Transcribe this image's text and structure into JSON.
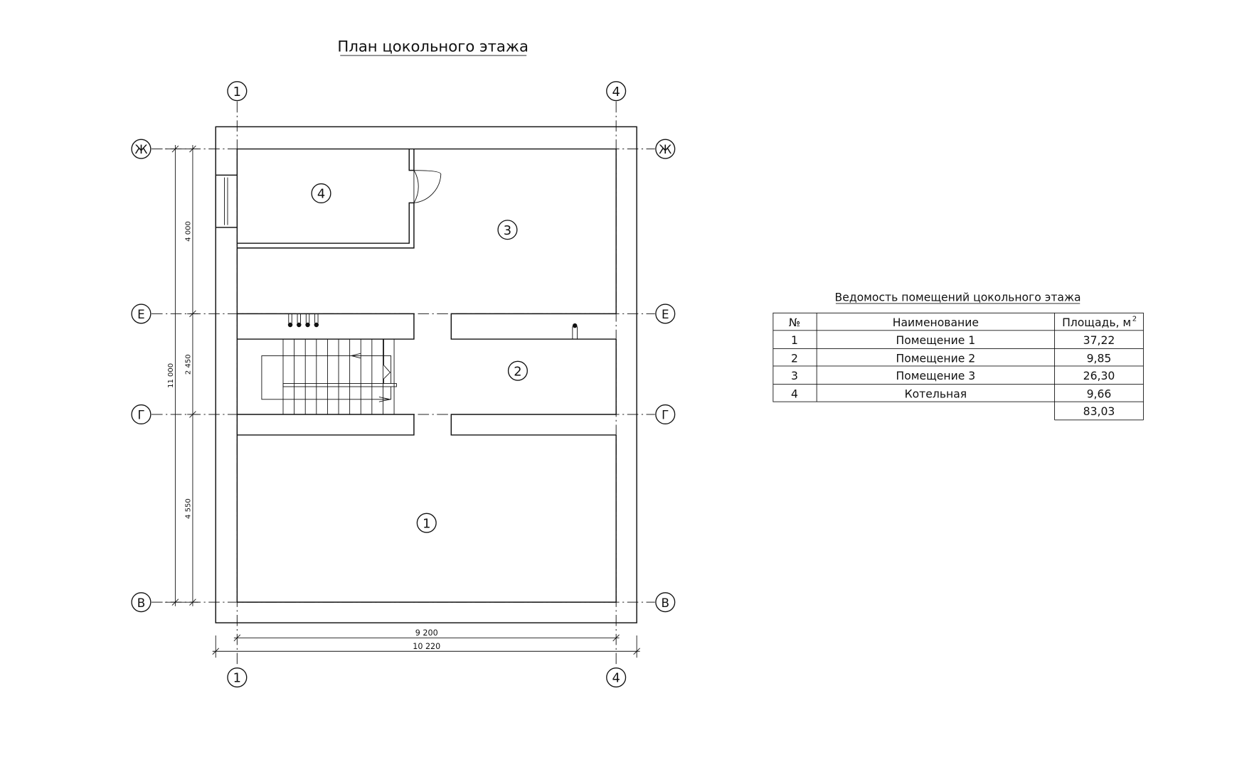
{
  "title": "План цокольного  этажа",
  "axes": {
    "columns": [
      "1",
      "4"
    ],
    "rows": [
      "Ж",
      "Е",
      "Г",
      "В"
    ]
  },
  "rooms": [
    "1",
    "2",
    "3",
    "4"
  ],
  "dimensions": {
    "vertical_total": "11 000",
    "vertical_segments": [
      "4 000",
      "2 450",
      "4 550"
    ],
    "horizontal_axes": "9 200",
    "horizontal_total": "10 220"
  },
  "schedule": {
    "title": "Ведомость помещений цокольного  этажа",
    "headers": {
      "num": "№",
      "name": "Наименование",
      "area": "Площадь, м",
      "area_sup": "2"
    },
    "rows": [
      {
        "num": "1",
        "name": "Помещение 1",
        "area": "37,22"
      },
      {
        "num": "2",
        "name": "Помещение 2",
        "area": "9,85"
      },
      {
        "num": "3",
        "name": "Помещение 3",
        "area": "26,30"
      },
      {
        "num": "4",
        "name": "Котельная",
        "area": "9,66"
      }
    ],
    "total": "83,03"
  }
}
